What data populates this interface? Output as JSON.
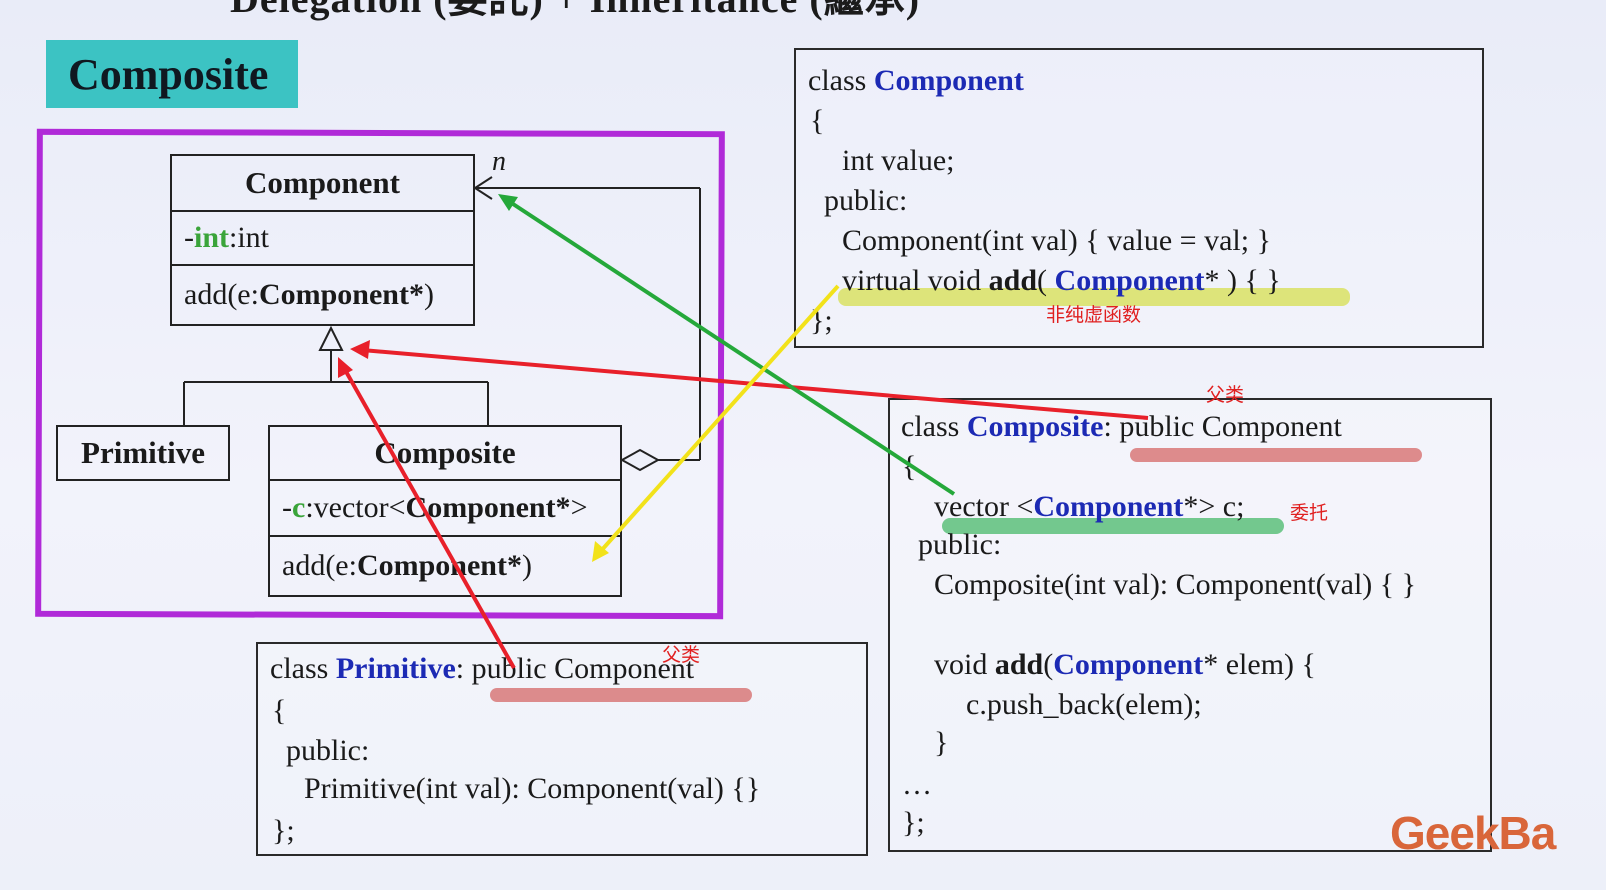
{
  "header": {
    "title": "Delegation (委託) + Inheritance (繼承)",
    "badge": "Composite"
  },
  "uml": {
    "multiplicity": "n",
    "component": {
      "name": "Component",
      "attr_prefix": "-",
      "attr_name": "int",
      "attr_type": ":int",
      "method_pre": "add(e:",
      "method_type": "Component*",
      "method_post": ")"
    },
    "primitive": {
      "name": "Primitive"
    },
    "composite": {
      "name": "Composite",
      "attr_prefix": "-",
      "attr_name": "c",
      "attr_type_pre": ":vector<",
      "attr_type_bold": "Component*",
      "attr_type_post": ">",
      "method_pre": "add(e:",
      "method_type": "Component*",
      "method_post": ")"
    }
  },
  "code_component": {
    "l1_pre": "class ",
    "l1_name": "Component",
    "l2": "{",
    "l3": "int value;",
    "l4": "public:",
    "l5": "Component(int val)     {   value = val;   }",
    "l6_pre": "virtual void ",
    "l6_add": "add",
    "l6_mid": "( ",
    "l6_type": "Component",
    "l6_post": "* ) { }",
    "l7": "};",
    "note": "非纯虚函数"
  },
  "code_composite": {
    "note_parent": "父类",
    "l1_pre": "class ",
    "l1_name": "Composite",
    "l1_post": ": public Component",
    "l2": "{",
    "l3_pre": "vector <",
    "l3_type": "Component",
    "l3_post": "*> c;",
    "note_delegate": "委托",
    "l4": "public:",
    "l5": "Composite(int val): Component(val) { }",
    "l6_pre": "void ",
    "l6_add": "add",
    "l6_mid": "(",
    "l6_type": "Component",
    "l6_post": "* elem)     {",
    "l7": "c.push_back(elem);",
    "l8": "}",
    "l9": "…",
    "l10": "};"
  },
  "code_primitive": {
    "note_parent": "父类",
    "l1_pre": "class ",
    "l1_name": "Primitive",
    "l1_post": ": public Component",
    "l2": "{",
    "l3": "public:",
    "l4": "Primitive(int val): Component(val) {}",
    "l5": "};"
  },
  "logo": "GeekBa",
  "colors": {
    "badge": "#3cc3c3",
    "frame": "#b02ad8",
    "keyword_blue": "#1c2ab4",
    "attr_green": "#3aa43a",
    "arrow_red": "#e8202a",
    "arrow_green": "#25a83a",
    "arrow_yellow": "#f2e21a",
    "highlight_yellow": "#d8e05a",
    "highlight_red": "#d87878",
    "highlight_green": "#5cbf7a",
    "note_red": "#e02020"
  }
}
